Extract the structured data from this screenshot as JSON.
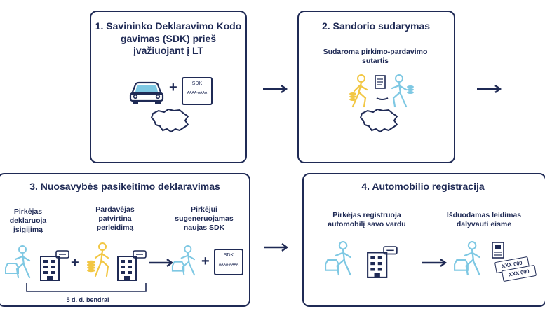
{
  "steps": {
    "s1": {
      "title": "1. Savininko Deklaravimo Kodo gavimas (SDK) prieš įvažiuojant į LT",
      "card_label": "SDK",
      "card_code": "AAAA-AAAA"
    },
    "s2": {
      "title": "2. Sandorio sudarymas",
      "caption": "Sudaroma pirkimo-pardavimo sutartis"
    },
    "s3": {
      "title": "3. Nuosavybės pasikeitimo deklaravimas",
      "buyer_caption": "Pirkėjas deklaruoja įsigijimą",
      "seller_caption": "Pardavėjas patvirtina perleidimą",
      "new_sdk_caption": "Pirkėjui sugeneruojamas naujas SDK",
      "card_label": "SDK",
      "card_code": "AAAA-AAAA",
      "bracket_label": "5 d. d. bendrai"
    },
    "s4": {
      "title": "4. Automobilio registracija",
      "register_caption": "Pirkėjas registruoja automobilį savo vardu",
      "permit_caption": "Išduodamas leidimas dalyvauti eisme",
      "plate1": "XXX 000",
      "plate2": "XXX 000"
    }
  },
  "symbols": {
    "plus": "+"
  },
  "colors": {
    "navy": "#1f2a55",
    "blue": "#7ec8e3",
    "yellow": "#f2c744"
  }
}
